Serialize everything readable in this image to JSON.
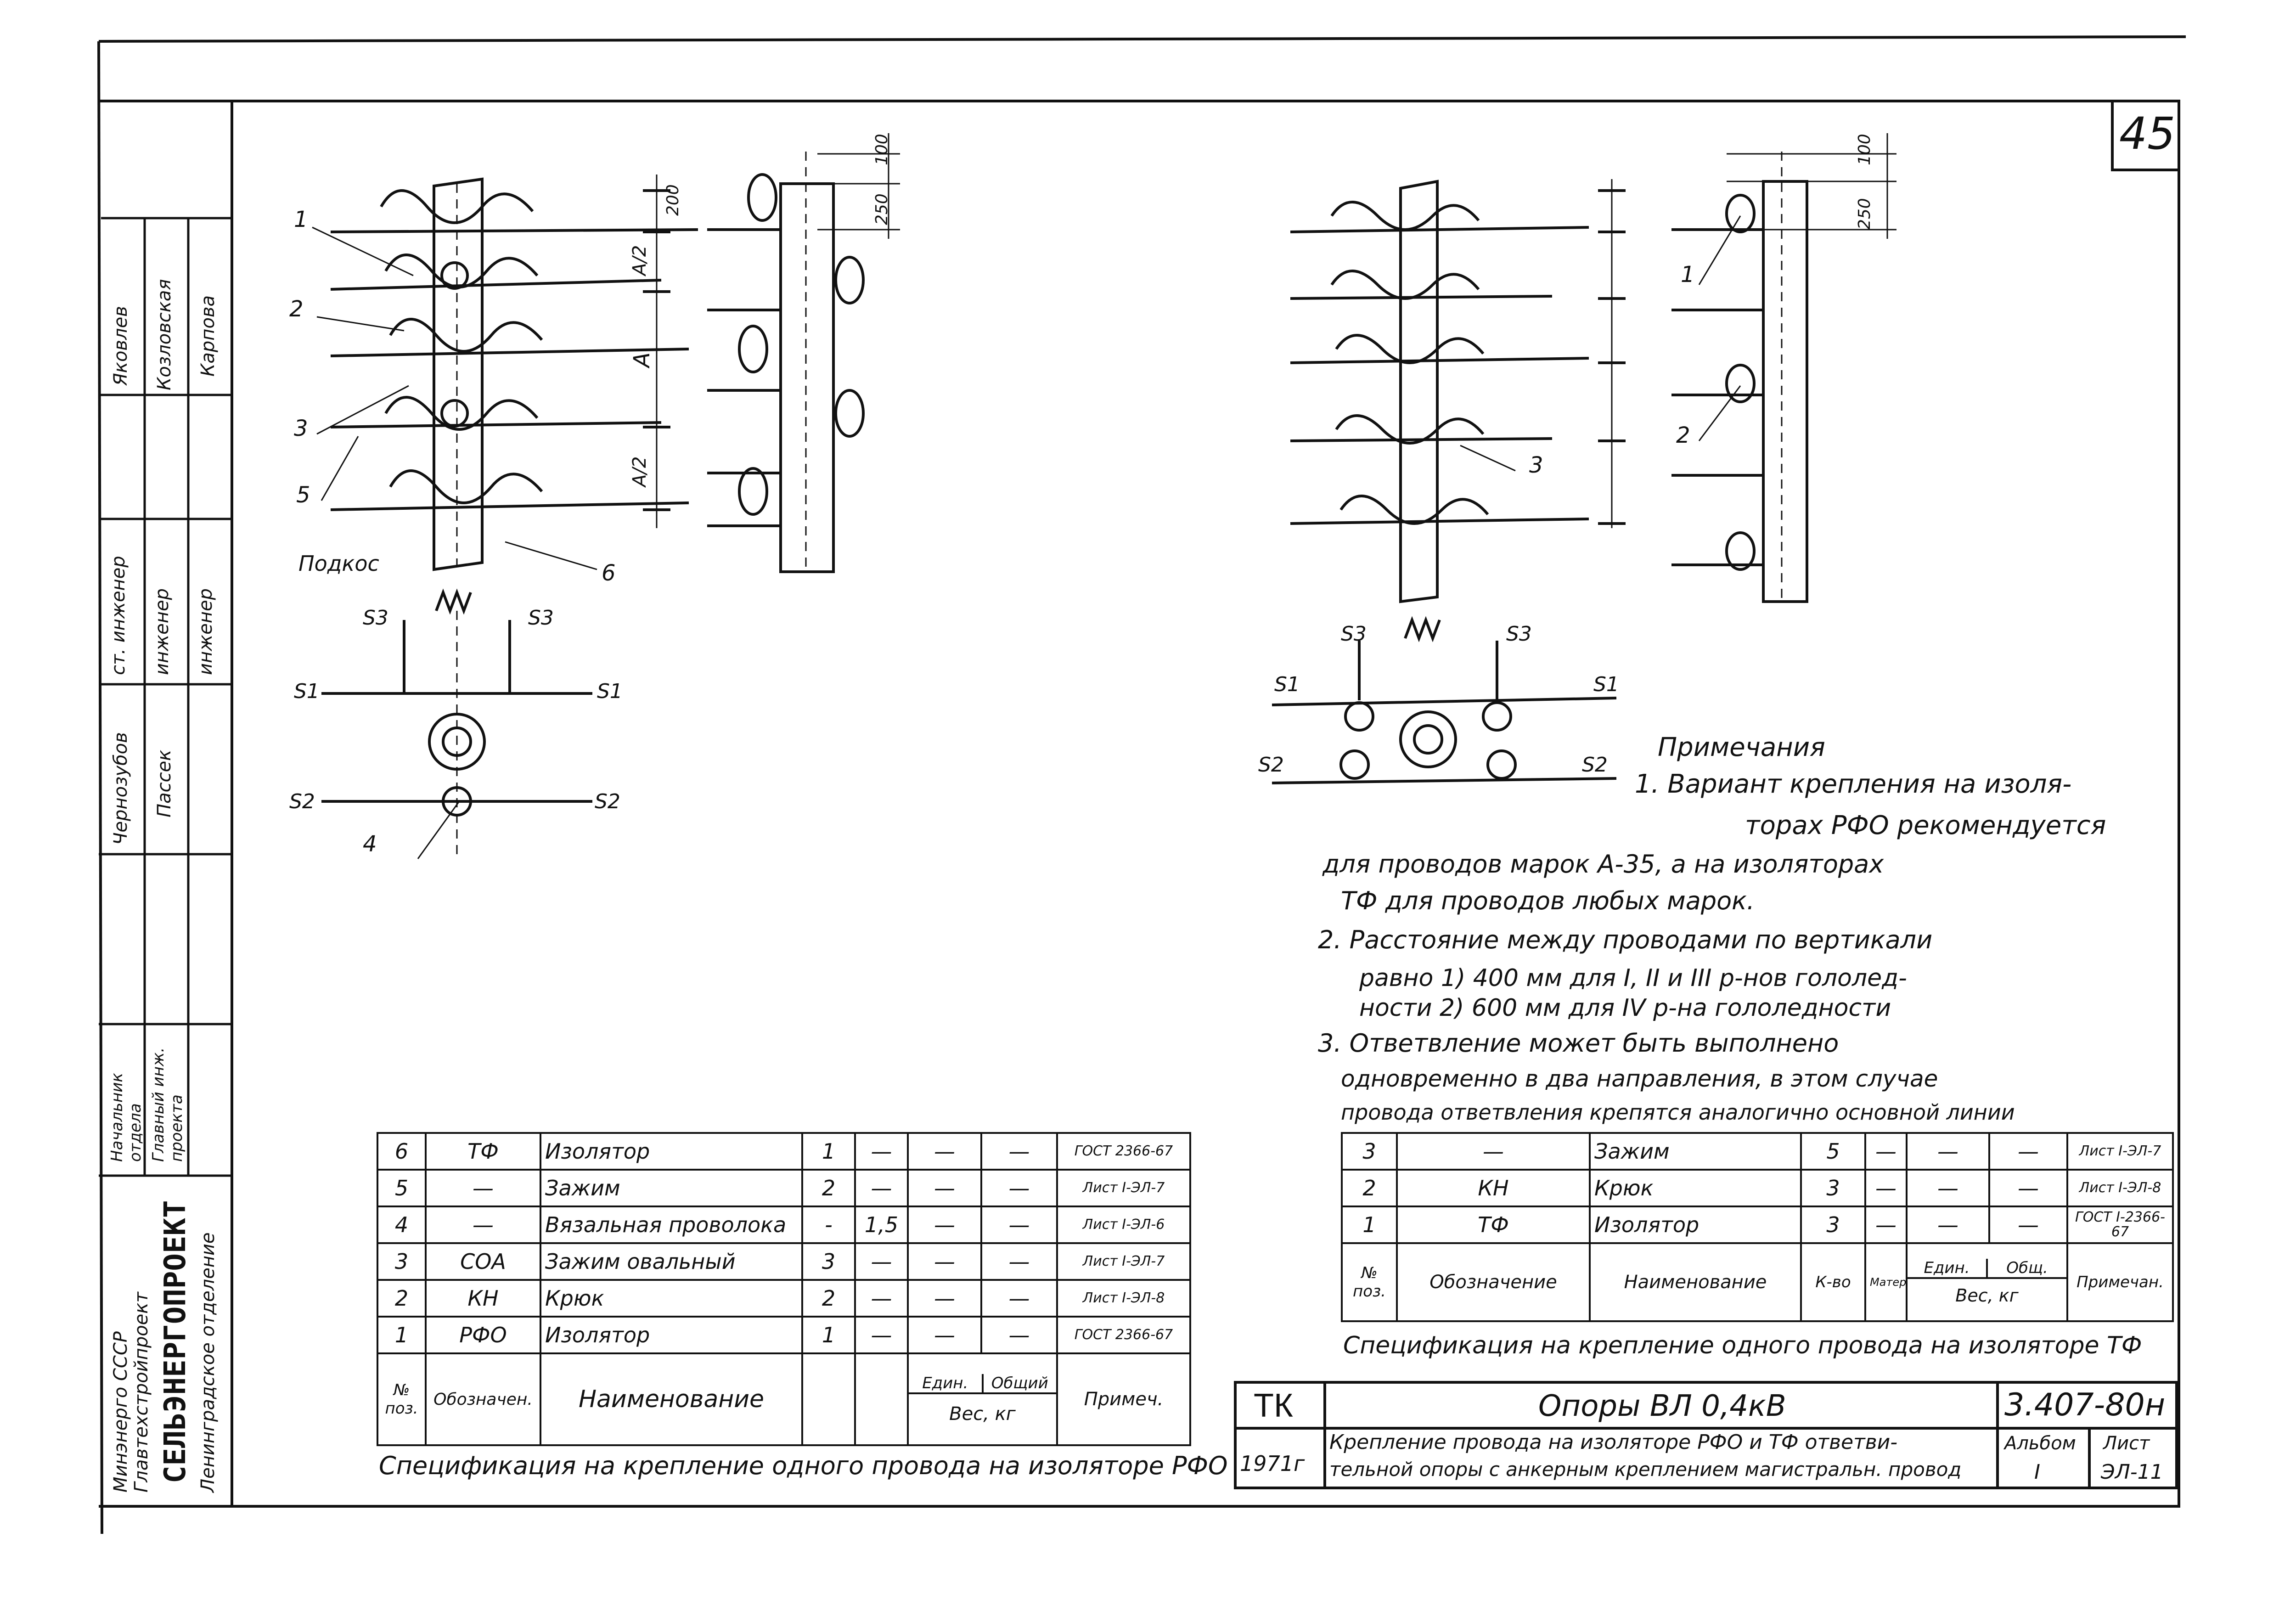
{
  "sheet": {
    "page_number": "45",
    "designation": "3.407-80н",
    "org_code": "ТК",
    "year": "1971г",
    "title": "Опоры  ВЛ 0,4кВ",
    "subtitle_line1": "Крепление провода на изоляторе РФО и ТФ ответви-",
    "subtitle_line2": "тельной опоры с анкерным креплением магистральн. провод",
    "album_label": "Альбом",
    "album_value": "I",
    "sheet_label": "Лист",
    "sheet_value": "ЭЛ-11"
  },
  "left_block": {
    "org1": "Минэнерго СССР",
    "org2": "Главтехстройпроект",
    "org3": "СЕЛЬЭНЕРГОПРОЕКТ",
    "org4": "Ленинградское отделение",
    "roles": [
      "Начальник отдела",
      "Главный инж. проекта",
      "ст. инженер",
      "инженер",
      "инженер"
    ],
    "names": [
      "Чернозубов",
      "Пассек",
      "Яковлев",
      "Козловская",
      "Карпова"
    ]
  },
  "drawing_labels": {
    "callouts_left": [
      "1",
      "2",
      "3",
      "5",
      "6",
      "4"
    ],
    "podkos": "Подкос",
    "dims_left": [
      "200",
      "A/2",
      "A",
      "A/2"
    ],
    "dims_mid": [
      "100",
      "250"
    ],
    "callouts_right": [
      "1",
      "2",
      "3"
    ],
    "dims_right": [
      "100",
      "250"
    ],
    "S1": "S1",
    "S2": "S2",
    "S3": "S3"
  },
  "notes": {
    "heading": "Примечания",
    "items": [
      "1. Вариант крепления на изоля-",
      "торах РФО рекомендуется",
      "для проводов марок А-35, а на изоляторах",
      "ТФ для проводов любых марок.",
      "2. Расстояние между проводами по вертикали",
      "равно 1) 400 мм для I, II и III р-нов гололед-",
      "ности 2) 600 мм для IV р-на гололедности",
      "3. Ответвление может быть выполнено",
      "одновременно в два направления, в этом случае",
      "провода ответвления крепятся аналогично основной линии"
    ]
  },
  "spec_left": {
    "caption": "Спецификация на крепление одного провода на изоляторе РФО",
    "headers": {
      "pos": "№ поз.",
      "designation": "Обозначен.",
      "name": "Наименование",
      "unit": "Един.",
      "total": "Общий",
      "weight": "Вес, кг",
      "note": "Примеч."
    },
    "rows": [
      {
        "pos": "6",
        "des": "ТФ",
        "name": "Изолятор",
        "qty": "1",
        "mat": "—",
        "unit": "—",
        "total": "—",
        "note": "ГОСТ 2366-67"
      },
      {
        "pos": "5",
        "des": "—",
        "name": "Зажим",
        "qty": "2",
        "mat": "—",
        "unit": "—",
        "total": "—",
        "note": "Лист I-ЭЛ-7"
      },
      {
        "pos": "4",
        "des": "—",
        "name": "Вязальная проволока",
        "qty": "-",
        "mat": "1,5",
        "unit": "—",
        "total": "—",
        "note": "Лист I-ЭЛ-6"
      },
      {
        "pos": "3",
        "des": "СОА",
        "name": "Зажим овальный",
        "qty": "3",
        "mat": "—",
        "unit": "—",
        "total": "—",
        "note": "Лист I-ЭЛ-7"
      },
      {
        "pos": "2",
        "des": "КН",
        "name": "Крюк",
        "qty": "2",
        "mat": "—",
        "unit": "—",
        "total": "—",
        "note": "Лист I-ЭЛ-8"
      },
      {
        "pos": "1",
        "des": "РФО",
        "name": "Изолятор",
        "qty": "1",
        "mat": "—",
        "unit": "—",
        "total": "—",
        "note": "ГОСТ 2366-67"
      }
    ]
  },
  "spec_right": {
    "caption": "Спецификация на крепление одного провода на изоляторе ТФ",
    "headers": {
      "pos": "№ поз.",
      "designation": "Обозначение",
      "name": "Наименование",
      "qty": "К-во",
      "mat": "Матер.",
      "unit": "Един.",
      "total": "Общ.",
      "weight": "Вес, кг",
      "note": "Примечан."
    },
    "rows": [
      {
        "pos": "3",
        "des": "—",
        "name": "Зажим",
        "qty": "5",
        "mat": "—",
        "unit": "—",
        "total": "—",
        "note": "Лист I-ЭЛ-7"
      },
      {
        "pos": "2",
        "des": "КН",
        "name": "Крюк",
        "qty": "3",
        "mat": "—",
        "unit": "—",
        "total": "—",
        "note": "Лист I-ЭЛ-8"
      },
      {
        "pos": "1",
        "des": "ТФ",
        "name": "Изолятор",
        "qty": "3",
        "mat": "—",
        "unit": "—",
        "total": "—",
        "note": "ГОСТ I-2366-67"
      }
    ]
  }
}
